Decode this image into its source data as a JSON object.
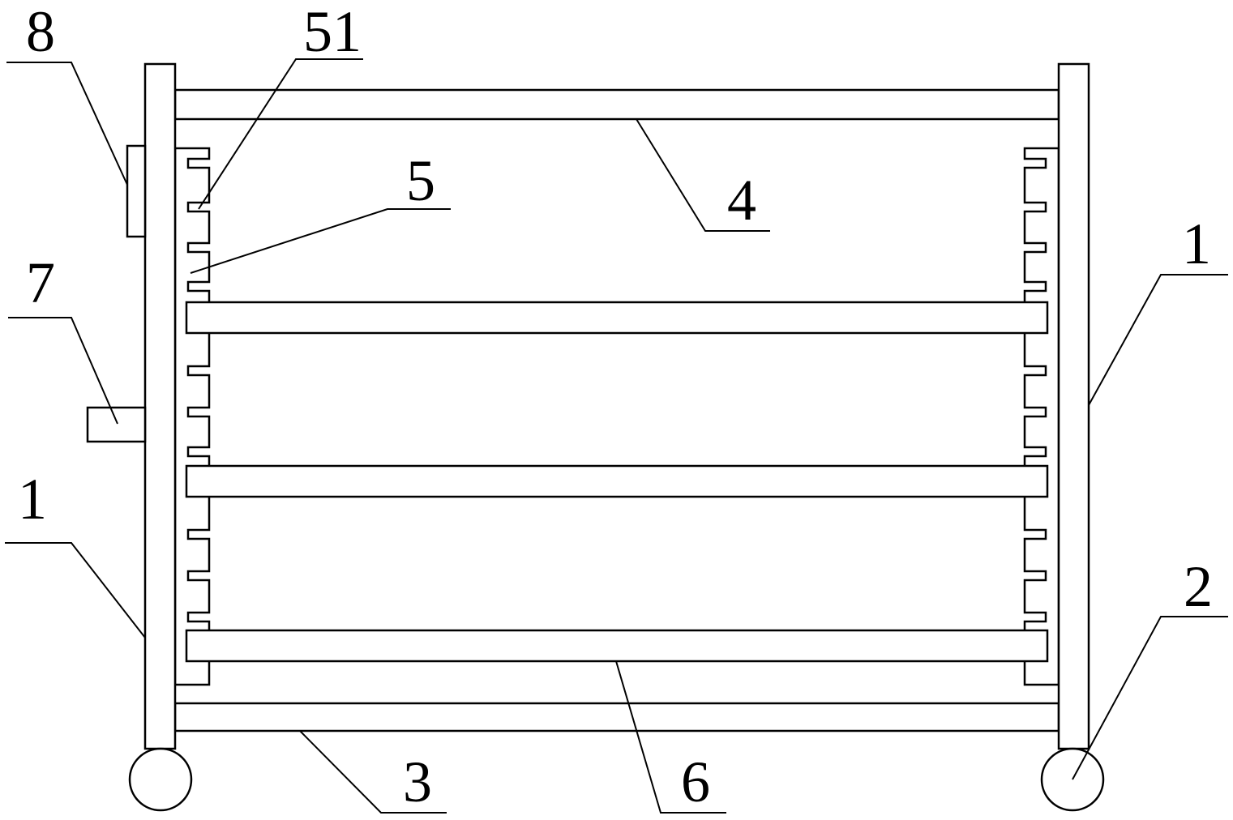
{
  "labels": {
    "left_upper_box": "8",
    "slot_tooth": "51",
    "slot_rack": "5",
    "top_bar": "4",
    "right_post": "1",
    "side_handle": "7",
    "left_post": "1",
    "right_wheel": "2",
    "bottom_bar": "3",
    "shelf": "6"
  }
}
